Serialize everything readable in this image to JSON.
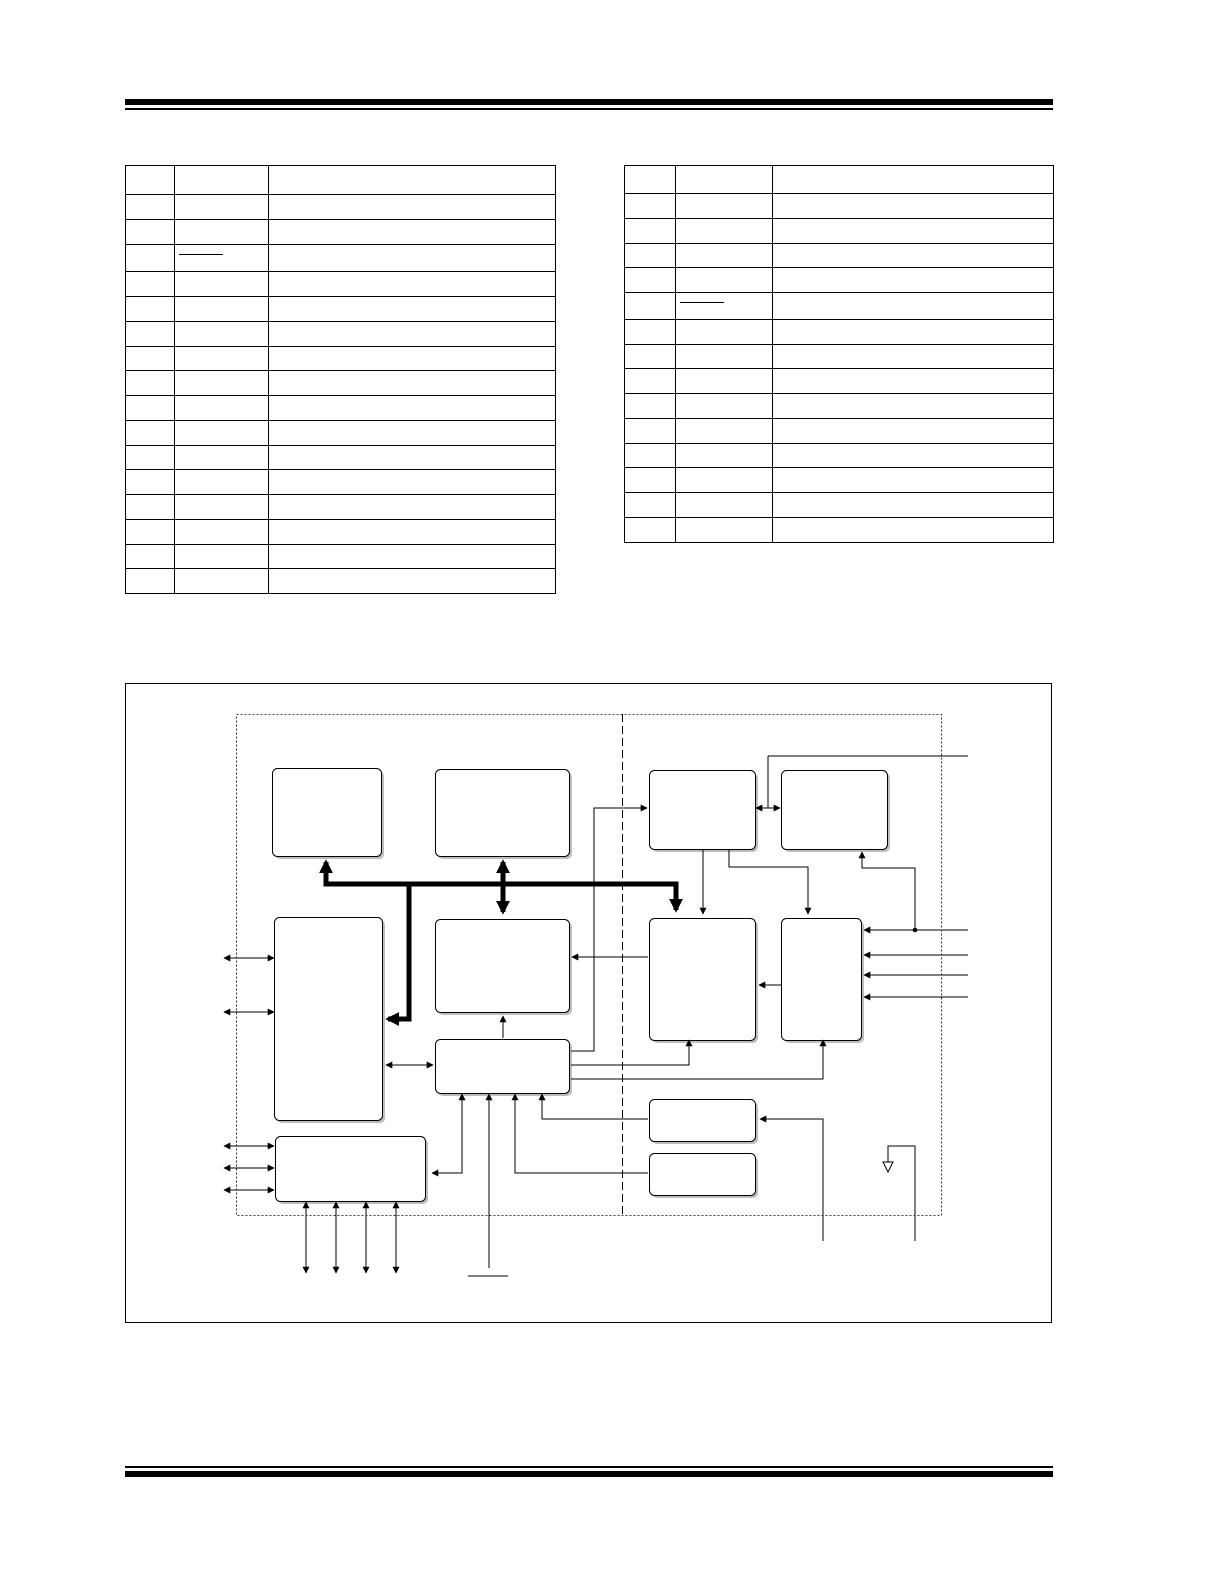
{
  "page": {
    "title": ""
  },
  "tables": {
    "left": {
      "title": "",
      "header": [
        "",
        "",
        ""
      ],
      "overline_row": 3,
      "rows": [
        [
          "",
          "",
          ""
        ],
        [
          "",
          "",
          ""
        ],
        [
          "",
          "",
          ""
        ],
        [
          "",
          "",
          ""
        ],
        [
          "",
          "",
          ""
        ],
        [
          "",
          "",
          ""
        ],
        [
          "",
          "",
          ""
        ],
        [
          "",
          "",
          ""
        ],
        [
          "",
          "",
          ""
        ],
        [
          "",
          "",
          ""
        ],
        [
          "",
          "",
          ""
        ],
        [
          "",
          "",
          ""
        ],
        [
          "",
          "",
          ""
        ],
        [
          "",
          "",
          ""
        ],
        [
          "",
          "",
          ""
        ],
        [
          "",
          "",
          ""
        ]
      ]
    },
    "right": {
      "title": "",
      "header": [
        "",
        "",
        ""
      ],
      "overline_row": 5,
      "rows": [
        [
          "",
          "",
          ""
        ],
        [
          "",
          "",
          ""
        ],
        [
          "",
          "",
          ""
        ],
        [
          "",
          "",
          ""
        ],
        [
          "",
          "",
          ""
        ],
        [
          "",
          "",
          ""
        ],
        [
          "",
          "",
          ""
        ],
        [
          "",
          "",
          ""
        ],
        [
          "",
          "",
          ""
        ],
        [
          "",
          "",
          ""
        ],
        [
          "",
          "",
          ""
        ],
        [
          "",
          "",
          ""
        ],
        [
          "",
          "",
          ""
        ],
        [
          "",
          "",
          ""
        ]
      ]
    }
  },
  "diagram": {
    "title": "",
    "blocks": [
      {
        "id": "block-top-left",
        "label": ""
      },
      {
        "id": "block-top-center",
        "label": ""
      },
      {
        "id": "block-top-right-a",
        "label": ""
      },
      {
        "id": "block-top-right-b",
        "label": ""
      },
      {
        "id": "block-left-tall",
        "label": ""
      },
      {
        "id": "block-center",
        "label": ""
      },
      {
        "id": "block-center-wide",
        "label": ""
      },
      {
        "id": "block-right-main",
        "label": ""
      },
      {
        "id": "block-right-narrow",
        "label": ""
      },
      {
        "id": "block-bottom-left",
        "label": ""
      },
      {
        "id": "block-bottom-right-a",
        "label": ""
      },
      {
        "id": "block-bottom-right-b",
        "label": ""
      }
    ]
  },
  "colors": {
    "ink": "#000000",
    "shadow": "#bdbdbd",
    "paper": "#ffffff"
  }
}
